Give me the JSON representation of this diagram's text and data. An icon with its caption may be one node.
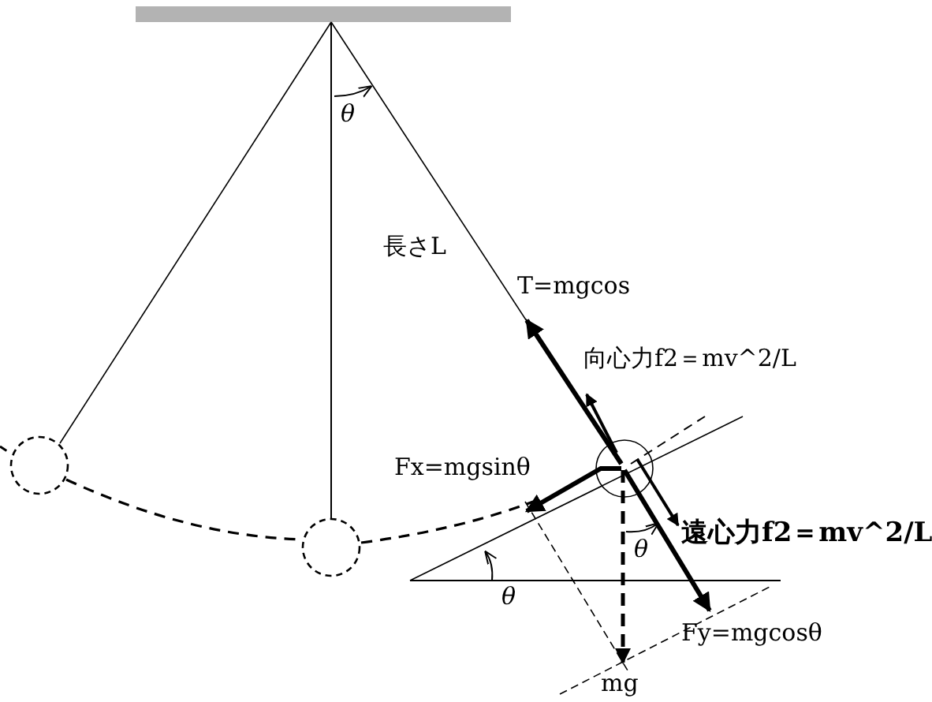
{
  "diagram": {
    "labels": [
      "θ",
      "長さL",
      "T=mgcos",
      "向心力f2＝mv^2/L",
      "Fx=mgsinθ",
      "θ",
      "θ",
      "遠心力f2＝mv^2/L",
      "Fy=mgcosθ",
      "mg"
    ]
  }
}
